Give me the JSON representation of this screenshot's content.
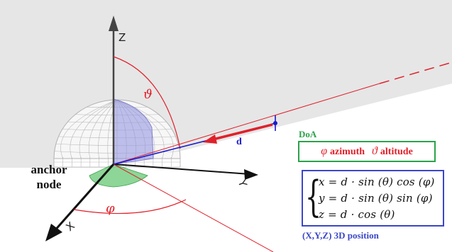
{
  "axes": {
    "z": "Z",
    "y": "Y",
    "x": "X"
  },
  "anchor": {
    "line1": "anchor",
    "line2": "node"
  },
  "angles": {
    "altitude_symbol": "ϑ",
    "azimuth_symbol": "φ"
  },
  "distance": {
    "label": "d"
  },
  "doa": {
    "title": "DoA",
    "azimuth_symbol": "φ",
    "azimuth_label": "azimuth",
    "altitude_symbol": "ϑ",
    "altitude_label": "altitude"
  },
  "position": {
    "eq_x": "x = d · sin (θ) cos (φ)",
    "eq_y": "y = d · sin (θ) sin (φ)",
    "eq_z": "z = d · cos (θ)",
    "caption": "(X,Y,Z) 3D position"
  },
  "colors": {
    "angle": "#e0202a",
    "distance": "#1a1acc",
    "doa_box": "#2aa34a",
    "position_box": "#3b46c8",
    "altitude_fill": "#8f8fe0",
    "azimuth_fill": "#5cc46b",
    "plane": "#e6e6e6"
  }
}
